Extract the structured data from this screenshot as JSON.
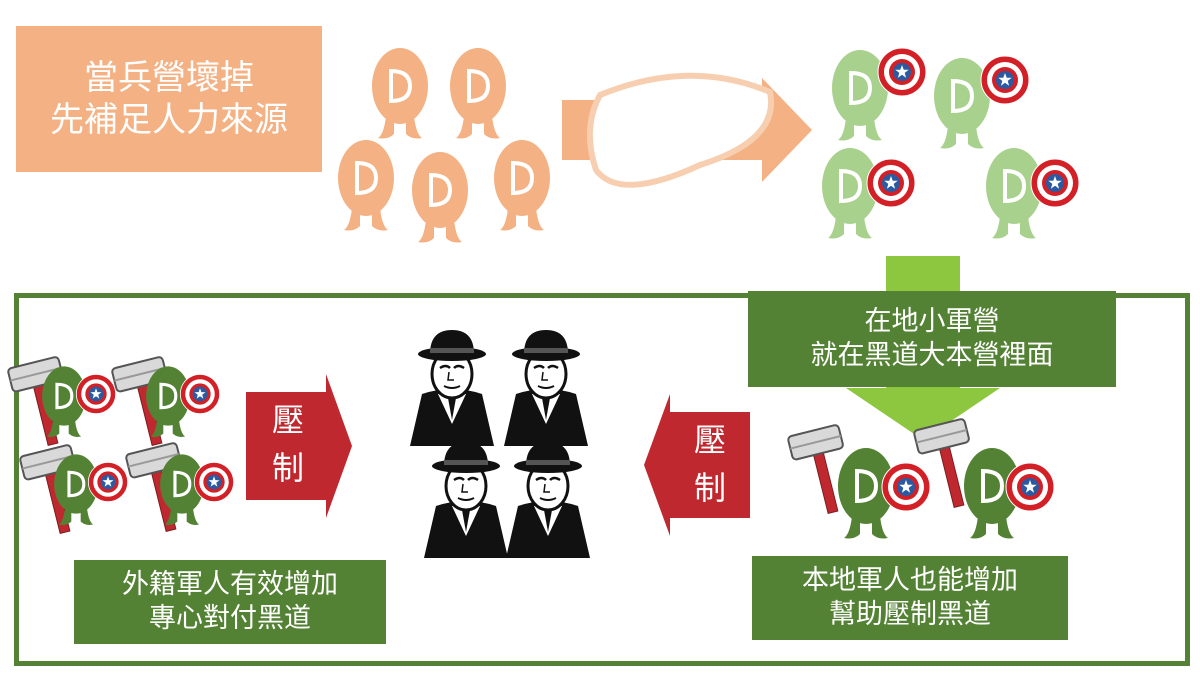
{
  "title_box": {
    "line1": "當兵營壞掉",
    "line2": "先補足人力來源"
  },
  "camp_box": {
    "line1": "在地小軍營",
    "line2": "就在黑道大本營裡面"
  },
  "foreign_box": {
    "line1": "外籍軍人有效增加",
    "line2": "專心對付黑道"
  },
  "local_box": {
    "line1": "本地軍人也能增加",
    "line2": "幫助壓制黑道"
  },
  "arrow_left": {
    "char1": "壓",
    "char2": "制"
  },
  "arrow_right": {
    "char1": "壓",
    "char2": "制"
  },
  "egg_letter": "D",
  "colors": {
    "orange_egg": "#f4b183",
    "light_green_egg": "#a9d18e",
    "dark_green_egg": "#548235",
    "frame_green": "#548235",
    "arrow_red": "#c0282f",
    "lime_arrow": "#8dc63f",
    "orange_arrow": "#f4b183"
  }
}
